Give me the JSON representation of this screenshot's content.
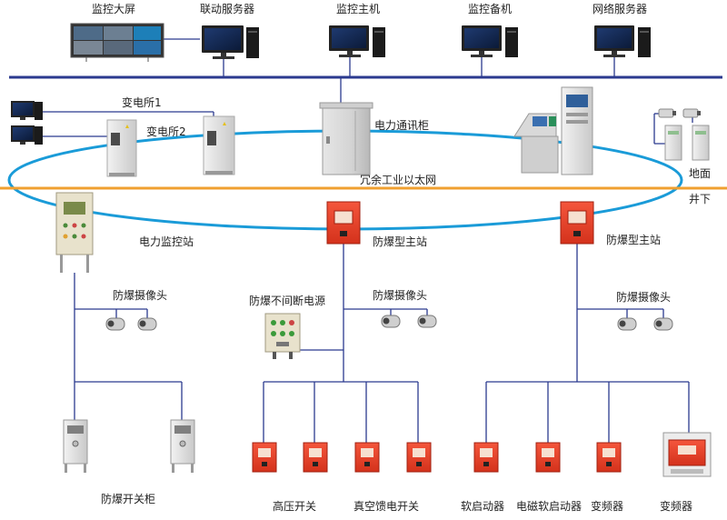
{
  "top": {
    "screen_label": "监控大屏",
    "linkage_server_label": "联动服务器",
    "host_label": "监控主机",
    "backup_label": "监控备机",
    "network_server_label": "网络服务器"
  },
  "substations": {
    "sub1_label": "变电所1",
    "sub2_label": "变电所2"
  },
  "ring": {
    "comm_cabinet_label": "电力通讯柜",
    "ethernet_label": "冗余工业以太网",
    "ground_label": "地面",
    "underground_label": "井下"
  },
  "stations": {
    "power_monitor_label": "电力监控站",
    "explosion_main_1_label": "防爆型主站",
    "explosion_main_2_label": "防爆型主站"
  },
  "cameras": {
    "cam_left_label": "防爆摄像头",
    "cam_mid_label": "防爆摄像头",
    "cam_right_label": "防爆摄像头"
  },
  "ups_label": "防爆不间断电源",
  "bottom": {
    "switch_cabinet_label": "防爆开关柜",
    "hv_switch_label": "高压开关",
    "vacuum_label": "真空馈电开关",
    "soft_starter_label": "软启动器",
    "em_soft_starter_label": "电磁软启动器",
    "inverter1_label": "变频器",
    "inverter2_label": "变频器"
  },
  "colors": {
    "bus": "#2b3a8f",
    "ring": "#1a9bd8",
    "divider": "#f0a030",
    "link": "#2b3a8f",
    "device_red": "#e8402a"
  }
}
